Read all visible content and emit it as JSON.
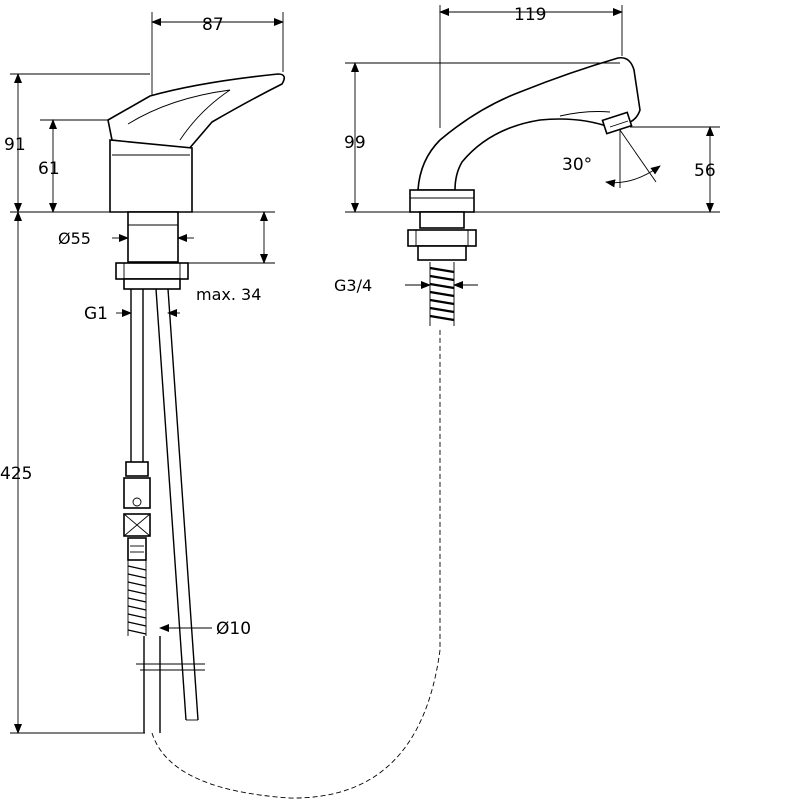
{
  "dimensions": {
    "left_width": "87",
    "left_total_height": "91",
    "left_lever_height": "61",
    "left_base_diameter": "Ø55",
    "left_mount_max": "max. 34",
    "left_thread": "G1",
    "left_hose_length": "425",
    "left_hose_diameter": "Ø10",
    "right_width": "119",
    "right_height": "99",
    "right_spout_angle": "30°",
    "right_outlet_height": "56",
    "right_thread": "G3/4"
  }
}
